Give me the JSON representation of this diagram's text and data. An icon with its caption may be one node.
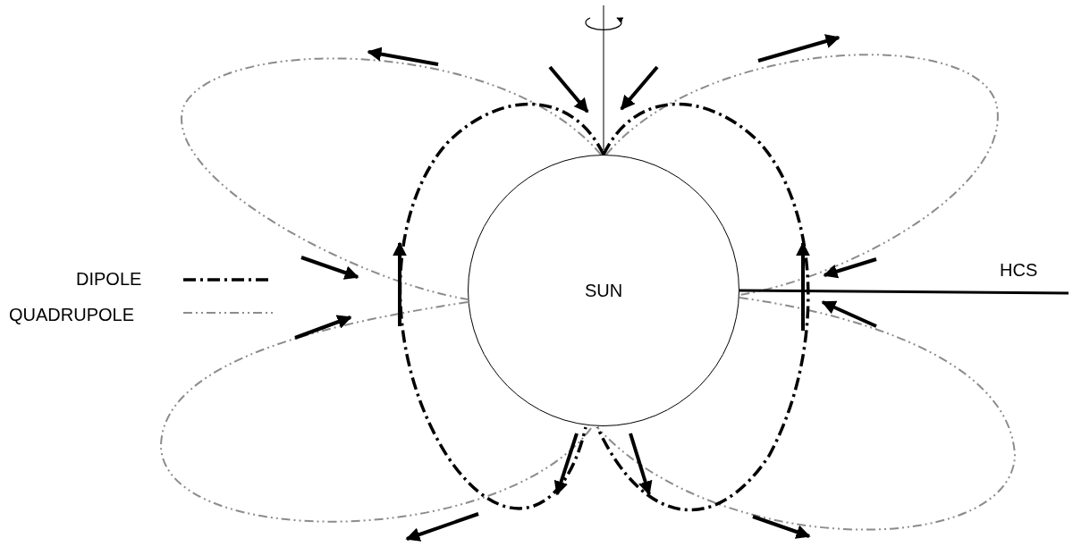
{
  "diagram": {
    "nodes": [
      {
        "text": [
          "SUN"
        ]
      }
    ],
    "edges": [],
    "labels": [
      "HCS"
    ],
    "legend": [
      {
        "text": "DIPOLE"
      },
      {
        "text": "QUADRUPOLE"
      }
    ]
  }
}
